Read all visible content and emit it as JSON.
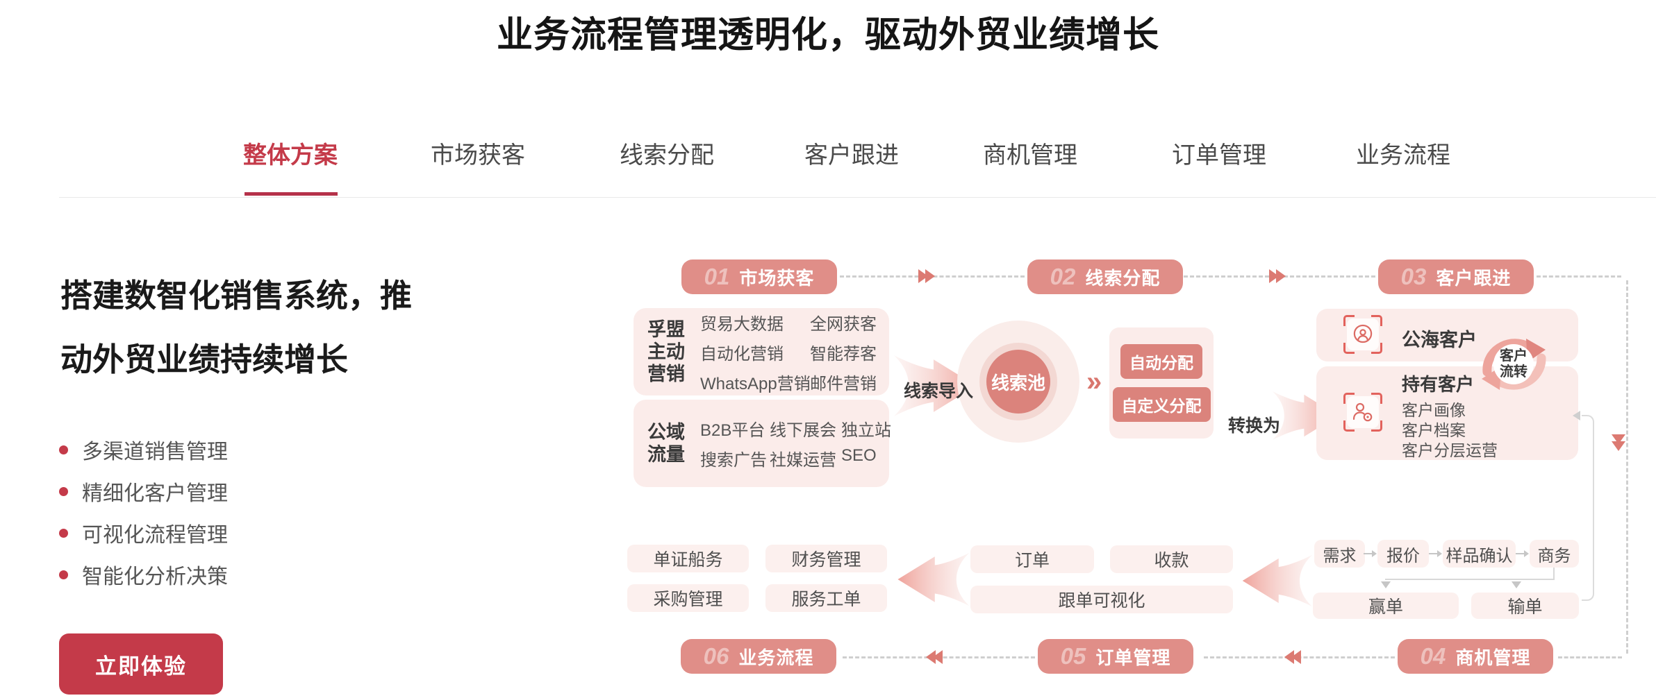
{
  "title": "业务流程管理透明化，驱动外贸业绩增长",
  "tabs": [
    {
      "label": "整体方案",
      "active": true
    },
    {
      "label": "市场获客",
      "active": false
    },
    {
      "label": "线索分配",
      "active": false
    },
    {
      "label": "客户跟进",
      "active": false
    },
    {
      "label": "商机管理",
      "active": false
    },
    {
      "label": "订单管理",
      "active": false
    },
    {
      "label": "业务流程",
      "active": false
    }
  ],
  "hero": {
    "heading_line1": "搭建数智化销售系统，推",
    "heading_line2": "动外贸业绩持续增长",
    "bullets": [
      "多渠道销售管理",
      "精细化客户管理",
      "可视化流程管理",
      "智能化分析决策"
    ],
    "cta": "立即体验"
  },
  "diagram": {
    "badge01": {
      "num": "01",
      "label": "市场获客"
    },
    "badge02": {
      "num": "02",
      "label": "线索分配"
    },
    "badge03": {
      "num": "03",
      "label": "客户跟进"
    },
    "badge04": {
      "num": "04",
      "label": "商机管理"
    },
    "badge05": {
      "num": "05",
      "label": "订单管理"
    },
    "badge06": {
      "num": "06",
      "label": "业务流程"
    },
    "market_panel": {
      "label_lines": [
        "孚盟",
        "主动",
        "营销"
      ],
      "items": [
        [
          "贸易大数据",
          "全网获客"
        ],
        [
          "自动化营销",
          "智能荐客"
        ],
        [
          "WhatsApp营销",
          "邮件营销"
        ]
      ]
    },
    "public_panel": {
      "label_lines": [
        "公域",
        "流量"
      ],
      "items": [
        [
          "B2B平台",
          "线下展会",
          "独立站"
        ],
        [
          "搜索广告",
          "社媒运营",
          "SEO"
        ]
      ]
    },
    "lead_import": "线索导入",
    "lead_pool": "线索池",
    "chevron_glyph": "»",
    "assign_auto": "自动分配",
    "assign_custom": "自定义分配",
    "convert": "转换为",
    "public_sea": "公海客户",
    "held_title": "持有客户",
    "held_items": [
      "客户画像",
      "客户档案",
      "客户分层运营"
    ],
    "flow_line1": "客户",
    "flow_line2": "流转",
    "docs": "单证船务",
    "finance": "财务管理",
    "purchase": "采购管理",
    "service": "服务工单",
    "order": "订单",
    "payment": "收款",
    "tracking": "跟单可视化",
    "steps": [
      "需求",
      "报价",
      "样品确认",
      "商务"
    ],
    "win": "赢单",
    "lose": "输单"
  },
  "colors": {
    "brand_red": "#C43A49",
    "badge_salmon": "#E08E88",
    "panel_pink": "#FBECEA",
    "box_pink": "#FCF0EE",
    "accent_salmon": "#DB837C",
    "dash_gray": "#CFCFCF"
  }
}
